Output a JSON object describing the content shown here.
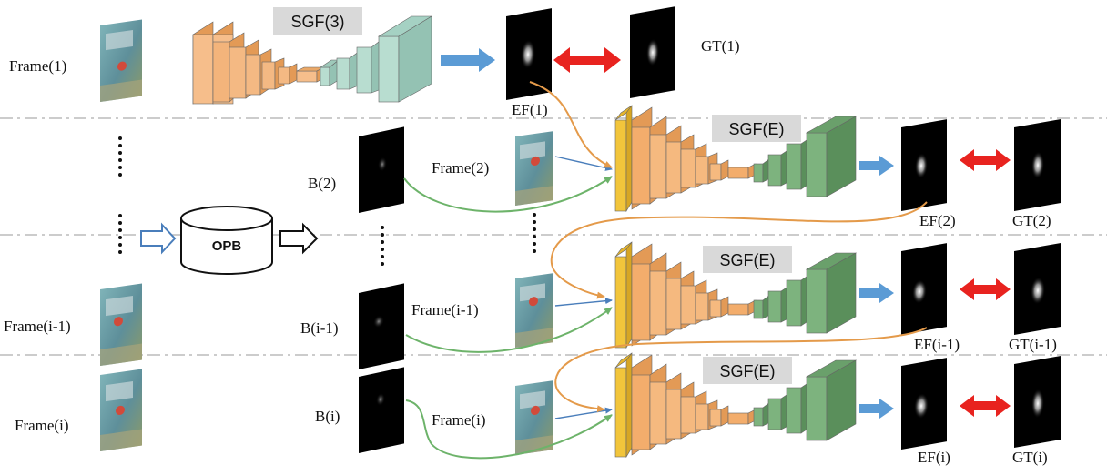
{
  "colors": {
    "background": "#ffffff",
    "separator": "#bbbbbb",
    "blue_arrow": "#5b9bd5",
    "red_arrow": "#e8231f",
    "orange_curve": "#e49a4a",
    "green_curve": "#6db36a",
    "sgf3_encoder": "#f2b27a",
    "sgf3_decoder": "#b8ddd0",
    "sgfe_encoder": "#f3ad6c",
    "sgfe_decoder": "#6aa06b",
    "sgfe_input_layer": "#f2c53b",
    "label_box": "#d9d9d9"
  },
  "left_column": {
    "frame_1": "Frame(1)",
    "frame_i_minus_1": "Frame(i-1)",
    "frame_i": "Frame(i)"
  },
  "buffer": {
    "label": "OPB"
  },
  "rows": [
    {
      "model_label": "SGF(3)",
      "output_label": "EF(1)",
      "gt_label": "GT(1)"
    },
    {
      "buffer_label": "B(2)",
      "frame_label": "Frame(2)",
      "model_label": "SGF(E)",
      "output_label": "EF(2)",
      "gt_label": "GT(2)"
    },
    {
      "buffer_label": "B(i-1)",
      "frame_label": "Frame(i-1)",
      "model_label": "SGF(E)",
      "output_label": "EF(i-1)",
      "gt_label": "GT(i-1)"
    },
    {
      "buffer_label": "B(i)",
      "frame_label": "Frame(i)",
      "model_label": "SGF(E)",
      "output_label": "EF(i)",
      "gt_label": "GT(i)"
    }
  ]
}
